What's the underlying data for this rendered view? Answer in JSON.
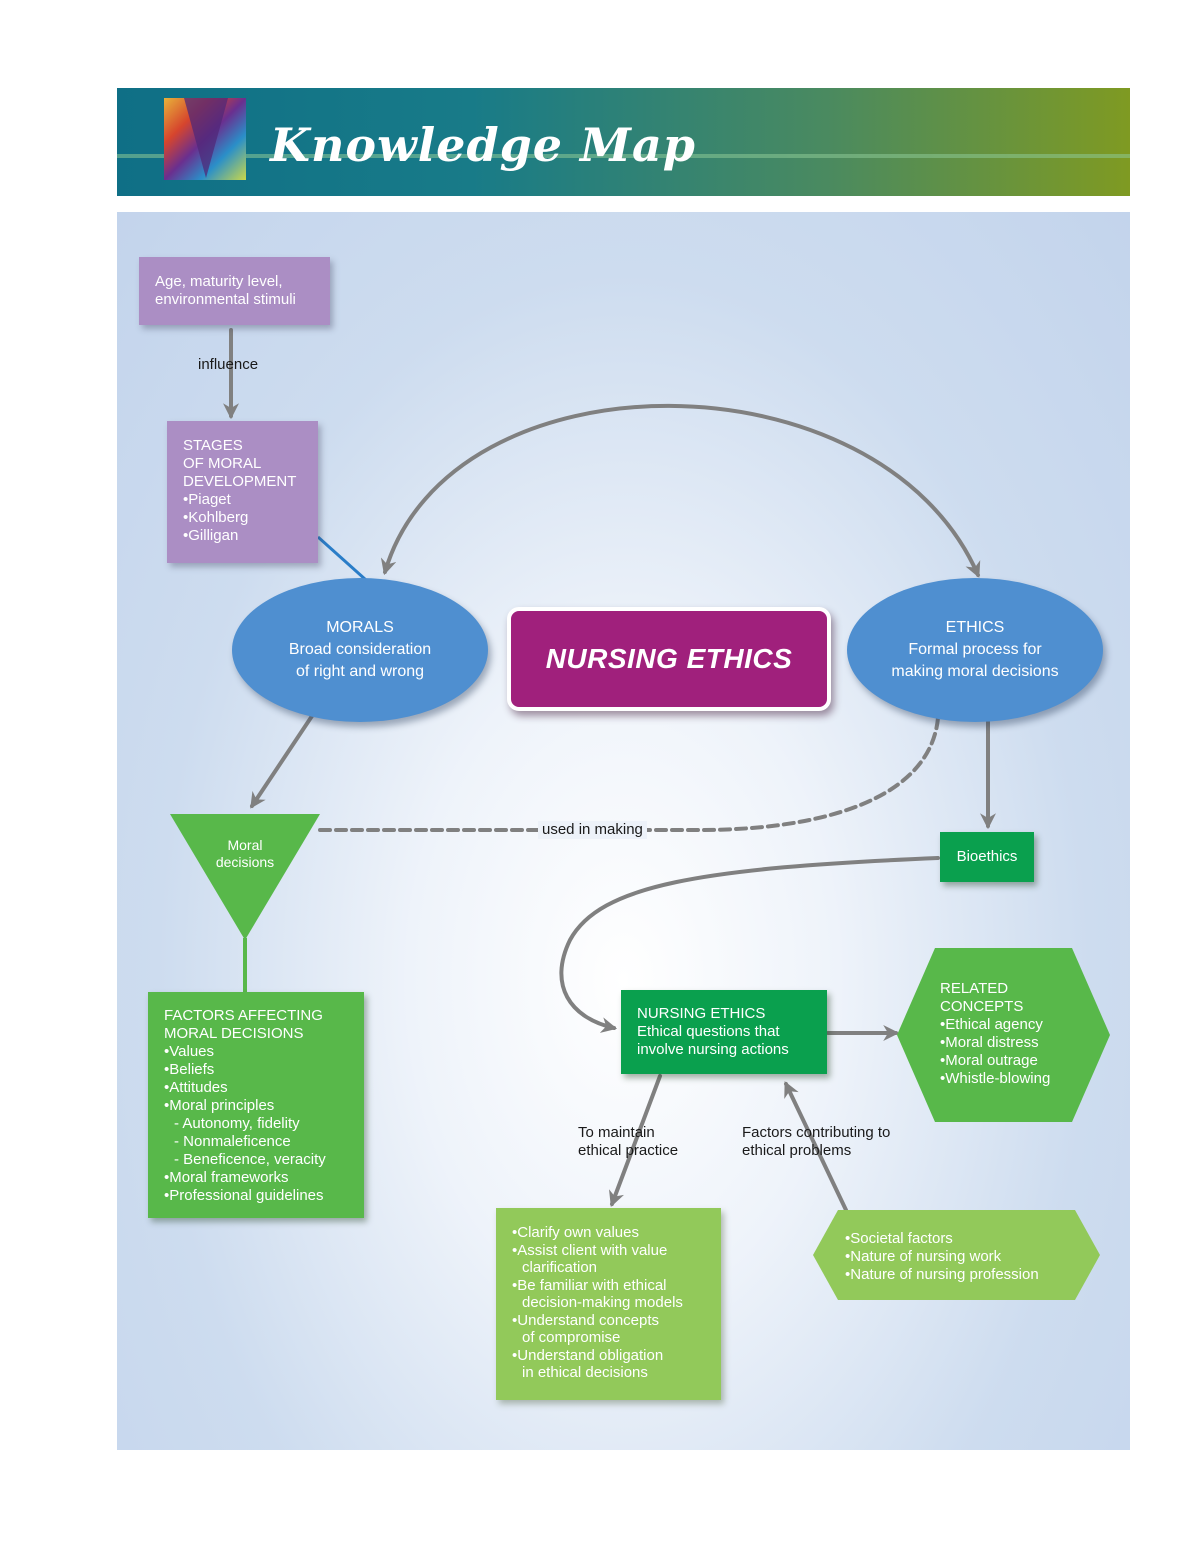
{
  "header": {
    "title": "Knowledge Map"
  },
  "center": {
    "title": "NURSING ETHICS"
  },
  "influences": {
    "text": "Age, maturity level, environmental stimuli",
    "link": "influence"
  },
  "stages": {
    "title_lines": [
      "STAGES",
      "OF MORAL",
      "DEVELOPMENT"
    ],
    "items": [
      "Piaget",
      "Kohlberg",
      "Gilligan"
    ]
  },
  "morals": {
    "title": "MORALS",
    "lines": [
      "Broad consideration",
      "of right and wrong"
    ]
  },
  "ethics": {
    "title": "ETHICS",
    "lines": [
      "Formal process for",
      "making moral decisions"
    ]
  },
  "moral_decisions": {
    "lines": [
      "Moral",
      "decisions"
    ],
    "link": "used in making"
  },
  "bioethics": {
    "label": "Bioethics"
  },
  "factors": {
    "title_lines": [
      "FACTORS AFFECTING",
      "MORAL DECISIONS"
    ],
    "items": [
      {
        "text": "Values",
        "sub": false
      },
      {
        "text": "Beliefs",
        "sub": false
      },
      {
        "text": "Attitudes",
        "sub": false
      },
      {
        "text": "Moral principles",
        "sub": false
      },
      {
        "text": "Autonomy, fidelity",
        "sub": true
      },
      {
        "text": "Nonmaleficence",
        "sub": true
      },
      {
        "text": "Beneficence, veracity",
        "sub": true
      },
      {
        "text": "Moral frameworks",
        "sub": false
      },
      {
        "text": "Professional guidelines",
        "sub": false
      }
    ]
  },
  "nursing_ethics": {
    "title": "NURSING ETHICS",
    "lines": [
      "Ethical questions that",
      "involve nursing actions"
    ]
  },
  "related": {
    "title_lines": [
      "RELATED",
      "CONCEPTS"
    ],
    "items": [
      "Ethical agency",
      "Moral distress",
      "Moral outrage",
      "Whistle-blowing"
    ]
  },
  "maintain": {
    "label_lines": [
      "To maintain",
      "ethical practice"
    ],
    "items": [
      [
        "Clarify own values"
      ],
      [
        "Assist client with value",
        "clarification"
      ],
      [
        "Be familiar with ethical",
        "decision-making models"
      ],
      [
        "Understand concepts",
        "of compromise"
      ],
      [
        "Understand obligation",
        "in ethical decisions"
      ]
    ]
  },
  "contributing": {
    "label_lines": [
      "Factors contributing to",
      "ethical problems"
    ],
    "items": [
      "Societal factors",
      "Nature of nursing work",
      "Nature of nursing profession"
    ]
  },
  "colors": {
    "purple_box": "#ab8ec4",
    "blue_oval": "#4f8fd0",
    "magenta_center": "#a0207c",
    "green": "#58b84a",
    "dark_green": "#0aa04e",
    "light_green": "#92c95a",
    "connector": "#808080"
  }
}
